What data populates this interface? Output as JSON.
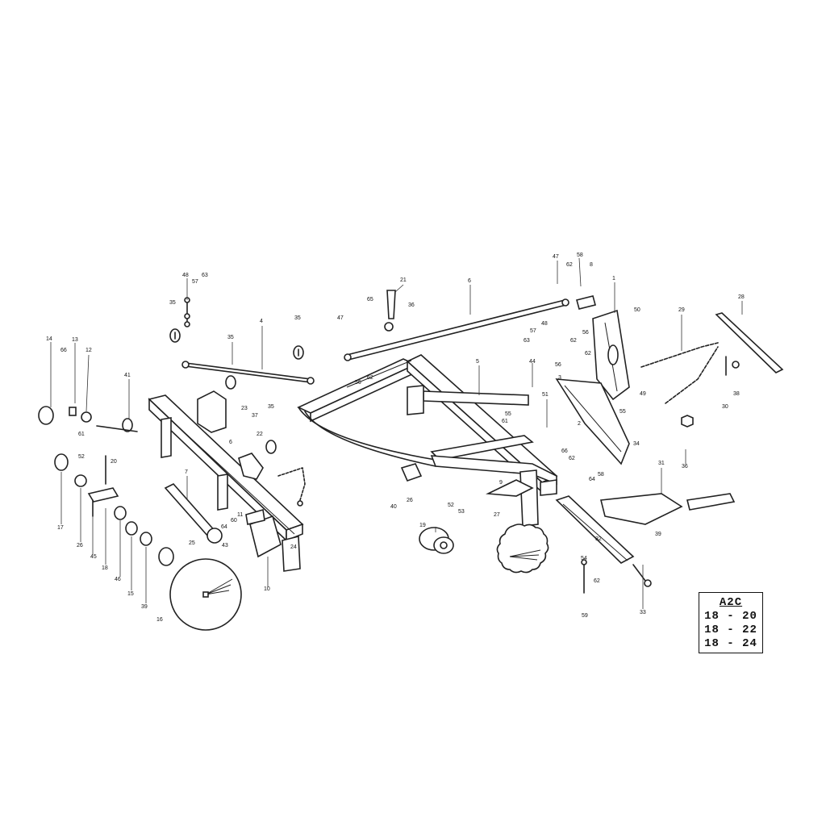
{
  "reference_box": {
    "title": "A2C",
    "lines": [
      "18 - 20",
      "18 - 22",
      "18 - 24"
    ]
  },
  "callouts": [
    {
      "id": "c-47a",
      "text": "47"
    },
    {
      "id": "c-62a",
      "text": "62"
    },
    {
      "id": "c-58a",
      "text": "58"
    },
    {
      "id": "c-8",
      "text": "8"
    },
    {
      "id": "c-1",
      "text": "1"
    },
    {
      "id": "c-50",
      "text": "50"
    },
    {
      "id": "c-29",
      "text": "29"
    },
    {
      "id": "c-28",
      "text": "28"
    },
    {
      "id": "c-21a",
      "text": "21"
    },
    {
      "id": "c-65",
      "text": "65"
    },
    {
      "id": "c-36",
      "text": "36"
    },
    {
      "id": "c-6",
      "text": "6"
    },
    {
      "id": "c-47b",
      "text": "47"
    },
    {
      "id": "c-56a",
      "text": "56"
    },
    {
      "id": "c-62b",
      "text": "62"
    },
    {
      "id": "c-48a",
      "text": "48"
    },
    {
      "id": "c-57a",
      "text": "57"
    },
    {
      "id": "c-63a",
      "text": "63"
    },
    {
      "id": "c-35a",
      "text": "35"
    },
    {
      "id": "c-35b",
      "text": "35"
    },
    {
      "id": "c-4",
      "text": "4"
    },
    {
      "id": "c-35c",
      "text": "35"
    },
    {
      "id": "c-56b",
      "text": "56"
    },
    {
      "id": "c-62c",
      "text": "62"
    },
    {
      "id": "c-48b",
      "text": "48"
    },
    {
      "id": "c-63b",
      "text": "63"
    },
    {
      "id": "c-57b",
      "text": "57"
    },
    {
      "id": "c-62d",
      "text": "62"
    },
    {
      "id": "c-56c",
      "text": "56"
    },
    {
      "id": "c-5",
      "text": "5"
    },
    {
      "id": "c-44",
      "text": "44"
    },
    {
      "id": "c-3",
      "text": "3"
    },
    {
      "id": "c-49",
      "text": "49"
    },
    {
      "id": "c-55a",
      "text": "55"
    },
    {
      "id": "c-14",
      "text": "14"
    },
    {
      "id": "c-13",
      "text": "13"
    },
    {
      "id": "c-12",
      "text": "12"
    },
    {
      "id": "c-66",
      "text": "66"
    },
    {
      "id": "c-41",
      "text": "41"
    },
    {
      "id": "c-23",
      "text": "23"
    },
    {
      "id": "c-37",
      "text": "37"
    },
    {
      "id": "c-35d",
      "text": "35"
    },
    {
      "id": "c-51",
      "text": "51"
    },
    {
      "id": "c-55b",
      "text": "55"
    },
    {
      "id": "c-61a",
      "text": "61"
    },
    {
      "id": "c-2",
      "text": "2"
    },
    {
      "id": "c-34",
      "text": "34"
    },
    {
      "id": "c-61b",
      "text": "61"
    },
    {
      "id": "c-52a",
      "text": "52"
    },
    {
      "id": "c-20",
      "text": "20"
    },
    {
      "id": "c-6b",
      "text": "6"
    },
    {
      "id": "c-22",
      "text": "22"
    },
    {
      "id": "c-66b",
      "text": "66"
    },
    {
      "id": "c-62e",
      "text": "62"
    },
    {
      "id": "c-64a",
      "text": "64"
    },
    {
      "id": "c-58b",
      "text": "58"
    },
    {
      "id": "c-31",
      "text": "31"
    },
    {
      "id": "c-38",
      "text": "38"
    },
    {
      "id": "c-30",
      "text": "30"
    },
    {
      "id": "c-36b",
      "text": "36"
    },
    {
      "id": "c-7",
      "text": "7"
    },
    {
      "id": "c-11",
      "text": "11"
    },
    {
      "id": "c-60",
      "text": "60"
    },
    {
      "id": "c-64b",
      "text": "64"
    },
    {
      "id": "c-43",
      "text": "43"
    },
    {
      "id": "c-9",
      "text": "9"
    },
    {
      "id": "c-40",
      "text": "40"
    },
    {
      "id": "c-26",
      "text": "26"
    },
    {
      "id": "c-52b",
      "text": "52"
    },
    {
      "id": "c-53",
      "text": "53"
    },
    {
      "id": "c-27",
      "text": "27"
    },
    {
      "id": "c-32",
      "text": "32"
    },
    {
      "id": "c-39a",
      "text": "39"
    },
    {
      "id": "c-17",
      "text": "17"
    },
    {
      "id": "c-26b",
      "text": "26"
    },
    {
      "id": "c-45",
      "text": "45"
    },
    {
      "id": "c-18",
      "text": "18"
    },
    {
      "id": "c-46",
      "text": "46"
    },
    {
      "id": "c-15",
      "text": "15"
    },
    {
      "id": "c-39b",
      "text": "39"
    },
    {
      "id": "c-25",
      "text": "25"
    },
    {
      "id": "c-16",
      "text": "16"
    },
    {
      "id": "c-10",
      "text": "10"
    },
    {
      "id": "c-24",
      "text": "24"
    },
    {
      "id": "c-19",
      "text": "19"
    },
    {
      "id": "c-54",
      "text": "54"
    },
    {
      "id": "c-62f",
      "text": "62"
    },
    {
      "id": "c-59",
      "text": "59"
    },
    {
      "id": "c-33",
      "text": "33"
    }
  ]
}
